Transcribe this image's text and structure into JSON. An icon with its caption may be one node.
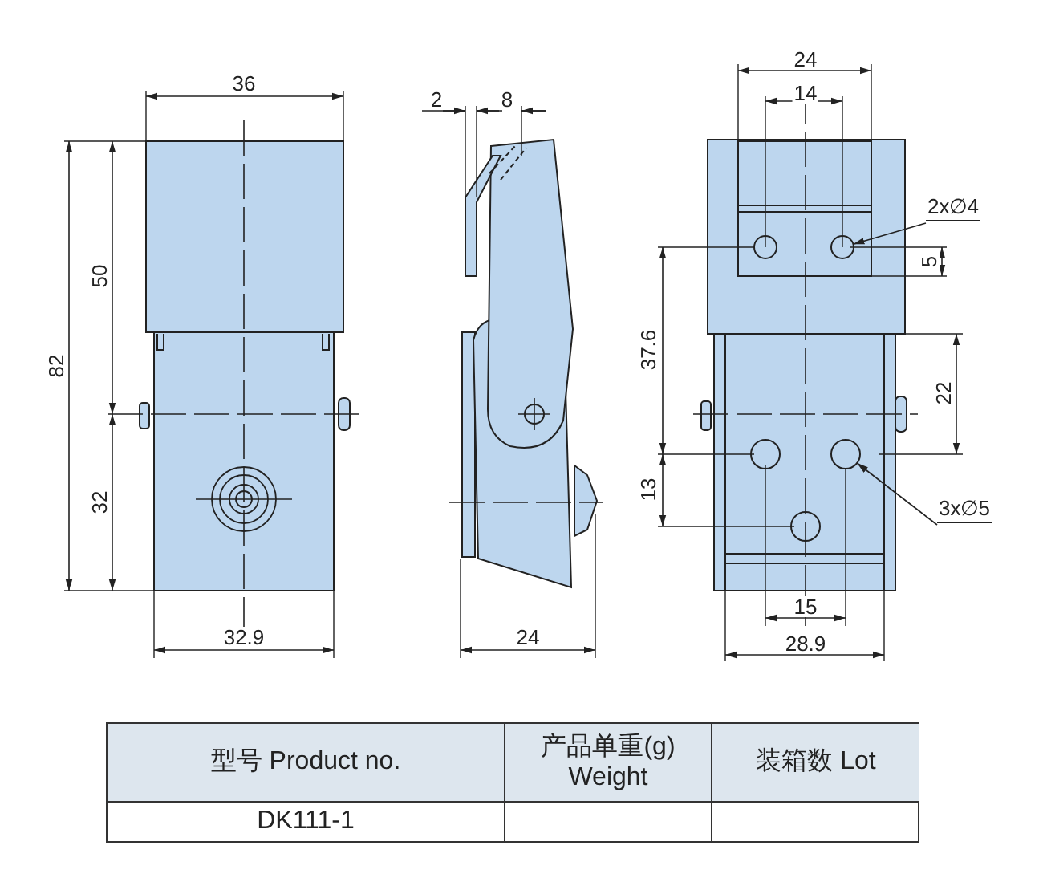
{
  "diagram": {
    "nodes": [
      {
        "text": [
          "2x∅4"
        ]
      },
      {
        "text": [],
        "shape": "circle"
      },
      {
        "text": [
          "3x∅5"
        ]
      },
      {
        "text": [],
        "shape": "circle"
      }
    ],
    "edges": [
      {
        "from": 0,
        "to": 1,
        "arrow": "to"
      },
      {
        "from": 2,
        "to": 3,
        "arrow": "to"
      }
    ],
    "labels": [
      "36",
      "2",
      "8",
      "24",
      "14",
      "50",
      "82",
      "5",
      "37.6",
      "22",
      "32",
      "13",
      "32.9",
      "24",
      "15",
      "28.9",
      "型号 Product no.",
      "产品单重(g) Weight",
      "装箱数 Lot",
      "DK111-1"
    ]
  }
}
